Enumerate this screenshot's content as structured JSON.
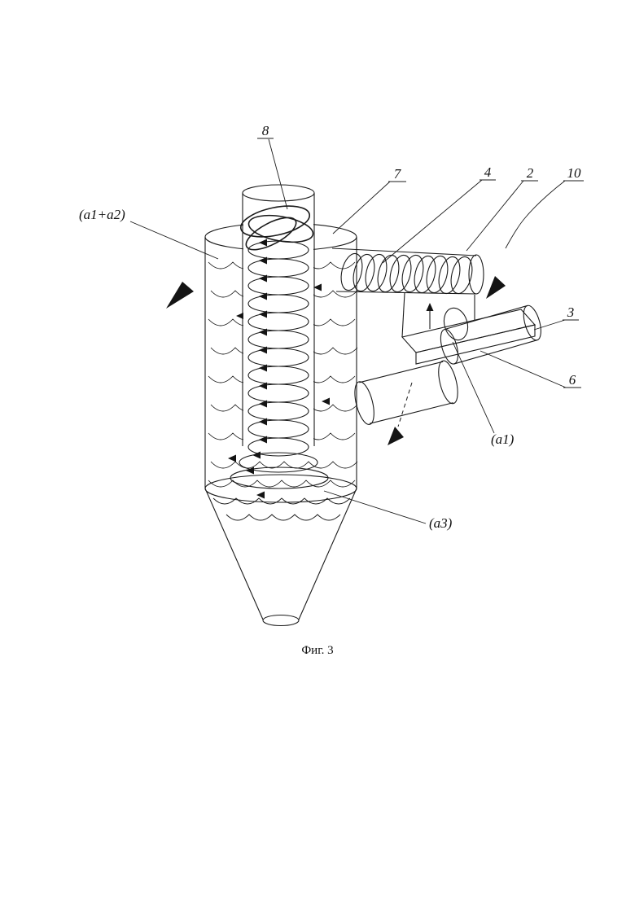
{
  "figure": {
    "caption": "Фиг. 3",
    "colors": {
      "line": "#1b1b1b",
      "background": "#ffffff"
    },
    "labels": {
      "n8": "8",
      "n7": "7",
      "n4": "4",
      "n2": "2",
      "n10": "10",
      "n3": "3",
      "n6": "6",
      "a1a2": "(a1+a2)",
      "a1": "(a1)",
      "a3": "(a3)"
    }
  }
}
